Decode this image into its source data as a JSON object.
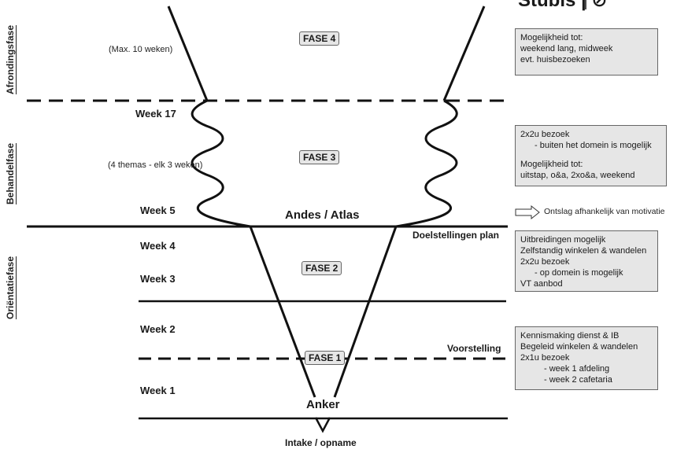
{
  "title": "Stubis | ⊘",
  "phases": {
    "afronding": "Afrondingsfase",
    "behandel": "Behandelfase",
    "orientatie": "Oriëntatiefase"
  },
  "weeks": {
    "w17": "Week 17",
    "w5": "Week 5",
    "w4": "Week 4",
    "w3": "Week 3",
    "w2": "Week 2",
    "w1": "Week 1"
  },
  "notes": {
    "max": "(Max. 10 weken)",
    "themas": "(4 themas - elk 3 weken)"
  },
  "fases": {
    "f4": "FASE 4",
    "f3": "FASE 3",
    "f2": "FASE 2",
    "f1": "FASE 1"
  },
  "labels": {
    "andes": "Andes / Atlas",
    "anker": "Anker",
    "intake": "Intake / opname",
    "doel": "Doelstellingen plan",
    "voorstelling": "Voorstelling",
    "ontslag": "Ontslag afhankelijk van motivatie"
  },
  "boxes": {
    "fase4": [
      "Mogelijkheid tot:",
      "weekend lang, midweek",
      "evt. huisbezoeken"
    ],
    "fase3": [
      "2x2u bezoek",
      "- buiten het domein is mogelijk",
      "Mogelijkheid tot:",
      "uitstap, o&a, 2xo&a, weekend"
    ],
    "fase2": [
      "Uitbreidingen mogelijk",
      "Zelfstandig winkelen & wandelen",
      "2x2u bezoek",
      "- op domein is mogelijk",
      "VT aanbod"
    ],
    "fase1": [
      "Kennismaking dienst & IB",
      "Begeleid winkelen & wandelen",
      "2x1u bezoek",
      "- week 1 afdeling",
      "- week 2 cafetaria"
    ]
  }
}
